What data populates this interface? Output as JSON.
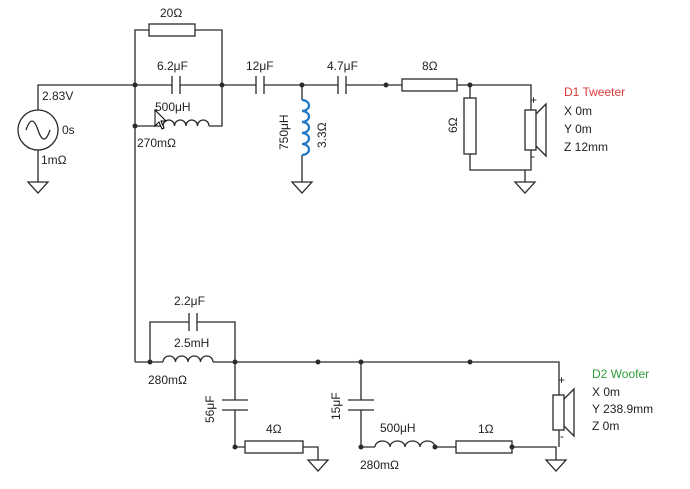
{
  "colors": {
    "wire": "#2a2a2a",
    "text": "#222222",
    "selected_inductor": "#1f78c8",
    "tweeter_label": "#d83a3a",
    "woofer_label": "#2f9e3a"
  },
  "source": {
    "voltage": "2.83V",
    "delay": "0s",
    "resistance": "1mΩ"
  },
  "tweeter_filter": {
    "parallel_resistor": "20Ω",
    "parallel_capacitor": "6.2μF",
    "inductor": "500μH",
    "inductor_resistance": "270mΩ",
    "series_capacitor_1": "12μF",
    "series_capacitor_2": "4.7μF",
    "shunt_inductor": "750μH",
    "shunt_inductor_resistance": "3.3Ω",
    "series_resistor": "8Ω",
    "shunt_resistor": "6Ω"
  },
  "tweeter": {
    "name": "D1 Tweeter",
    "x": "X 0m",
    "y": "Y 0m",
    "z": "Z 12mm"
  },
  "woofer_filter": {
    "parallel_capacitor": "2.2μF",
    "inductor": "2.5mH",
    "inductor_resistance": "280mΩ",
    "shunt_capacitor_1": "56μF",
    "shunt_resistor_1": "4Ω",
    "shunt_capacitor_2": "15μF",
    "shunt_inductor": "500μH",
    "shunt_inductor_resistance": "280mΩ",
    "shunt_resistor_2": "1Ω"
  },
  "woofer": {
    "name": "D2 Woofer",
    "x": "X 0m",
    "y": "Y 238.9mm",
    "z": "Z 0m"
  },
  "speaker_polarity": {
    "plus": "+",
    "minus": "-"
  }
}
